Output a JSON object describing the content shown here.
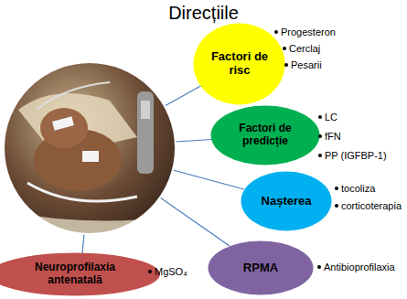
{
  "diagram": {
    "title": "Direcțiile",
    "nodes": [
      {
        "text": [
          "Factori de risc"
        ]
      },
      {
        "text": [
          "Factori de predicție"
        ]
      },
      {
        "text": [
          "Nașterea"
        ]
      },
      {
        "text": [
          "RPMA"
        ]
      },
      {
        "text": [
          "Neuroprofilaxia antenatală"
        ]
      }
    ],
    "labels": [
      "Progesteron",
      "Cerclaj",
      "Pesarii",
      "LC",
      "fFN",
      "PP (IGFBP-1)",
      "tocoliza",
      "corticoterapia",
      "Antibioprofilaxia",
      "MgSO₄"
    ]
  }
}
